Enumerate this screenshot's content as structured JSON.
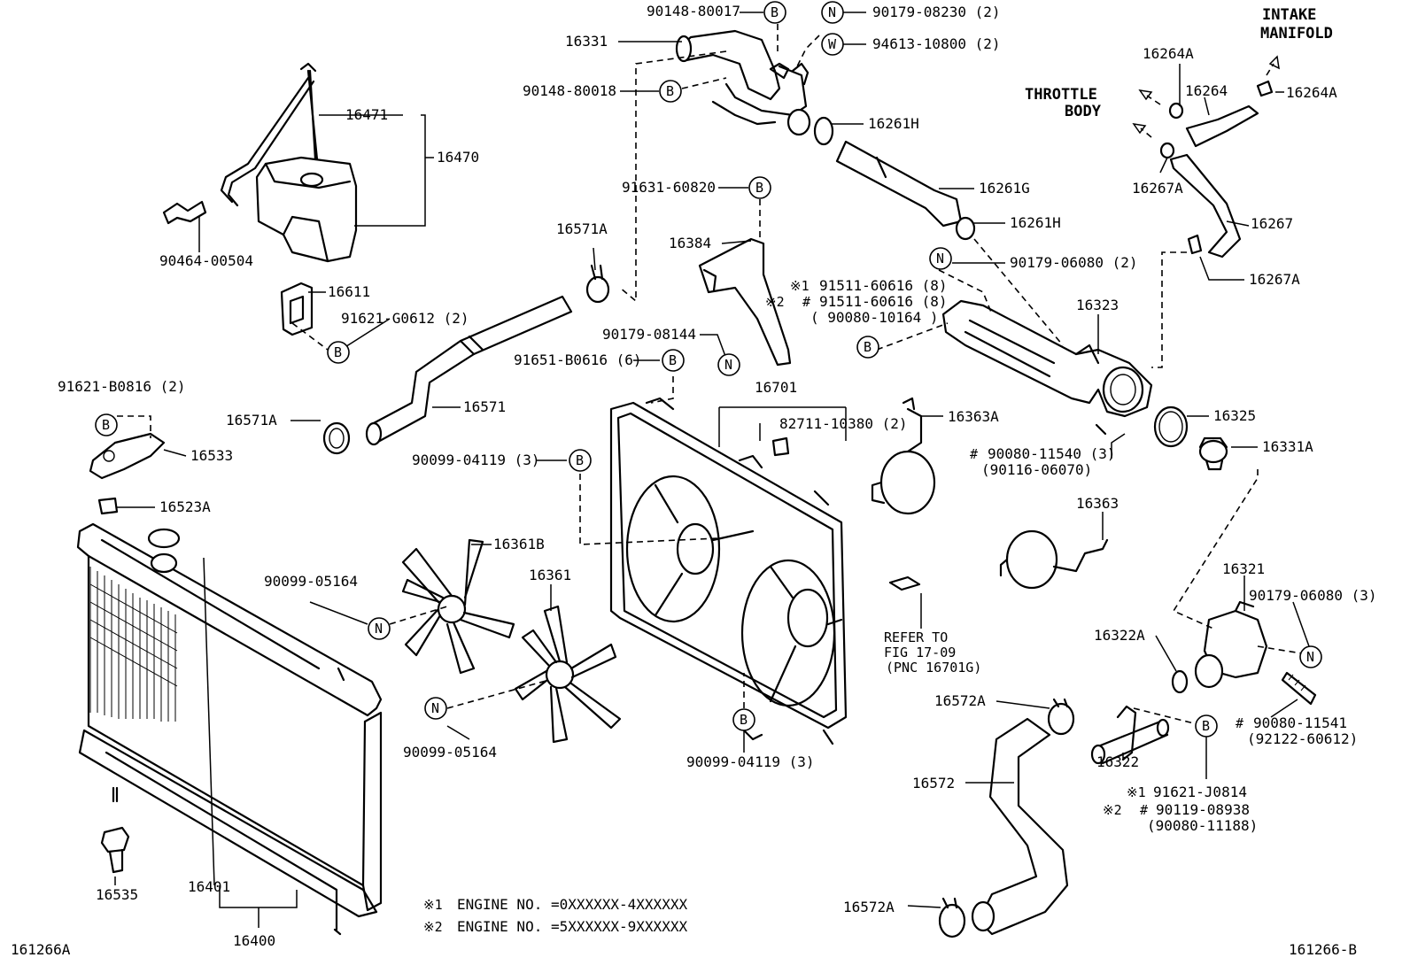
{
  "callouts": {
    "p16331": "16331",
    "p90148_80017": "90148-80017",
    "p90148_80018": "90148-80018",
    "p90179_08230": "90179-08230 (2)",
    "p94613_10800": "94613-10800 (2)",
    "p16261H_a": "16261H",
    "p16261G": "16261G",
    "p16261H_b": "16261H",
    "p16264A_a": "16264A",
    "p16264": "16264",
    "p16264A_b": "16264A",
    "p16267A_a": "16267A",
    "p16267": "16267",
    "p16267A_b": "16267A",
    "p16471": "16471",
    "p16470": "16470",
    "p90464_00504": "90464-00504",
    "p16611": "16611",
    "p91621_G0612": "91621-G0612 (2)",
    "p91631_60820": "91631-60820",
    "p16571A_a": "16571A",
    "p16384": "16384",
    "p90179_06080_a": "90179-06080 (2)",
    "p91511_60616_1": "91511-60616 (8)",
    "p91511_60616_2": "91511-60616 (8)",
    "p90080_10164": "( 90080-10164 )",
    "p16323": "16323",
    "p90179_08144": "90179-08144",
    "p91651_B0616": "91651-B0616 (6)",
    "p16701": "16701",
    "p82711_10380": "82711-10380 (2)",
    "p16363A": "16363A",
    "p16325": "16325",
    "p90080_11540": "90080-11540 (3)",
    "p90116_06070": "(90116-06070)",
    "p16331A": "16331A",
    "p91621_B0816": "91621-B0816 (2)",
    "p16533": "16533",
    "p16571": "16571",
    "p16571A_b": "16571A",
    "p90099_04119_a": "90099-04119 (3)",
    "p16523A": "16523A",
    "p16361B": "16361B",
    "p16361": "16361",
    "p90099_05164_a": "90099-05164",
    "p90099_05164_b": "90099-05164",
    "p16363": "16363",
    "p16321": "16321",
    "p90179_06080_b": "90179-06080 (3)",
    "p16322A": "16322A",
    "p16572A_a": "16572A",
    "p16322": "16322",
    "p90080_11541": "90080-11541",
    "p92122_60612": "(92122-60612)",
    "p90099_04119_b": "90099-04119 (3)",
    "p16572": "16572",
    "p91621_J0814": "91621-J0814",
    "p90119_08938": "90119-08938",
    "p90080_11188": "(90080-11188)",
    "p16535": "16535",
    "p16401": "16401",
    "p16400": "16400",
    "p16572A_b": "16572A"
  },
  "notes": {
    "intake_1": "INTAKE",
    "intake_2": "MANIFOLD",
    "throttle_1": "THROTTLE",
    "throttle_2": "BODY",
    "refer_1": "REFER TO",
    "refer_2": "FIG 17-09",
    "refer_3": "(PNC 16701G)"
  },
  "markers": {
    "b": "B",
    "n": "N",
    "w": "W",
    "ref1": "※1",
    "ref2": "※2",
    "hash": "#"
  },
  "legend": {
    "line1": "ENGINE NO. =0XXXXXX-4XXXXXX",
    "line2": "ENGINE NO. =5XXXXXX-9XXXXXX"
  },
  "footer": {
    "left_code": "161266A",
    "right_code": "161266-B"
  }
}
